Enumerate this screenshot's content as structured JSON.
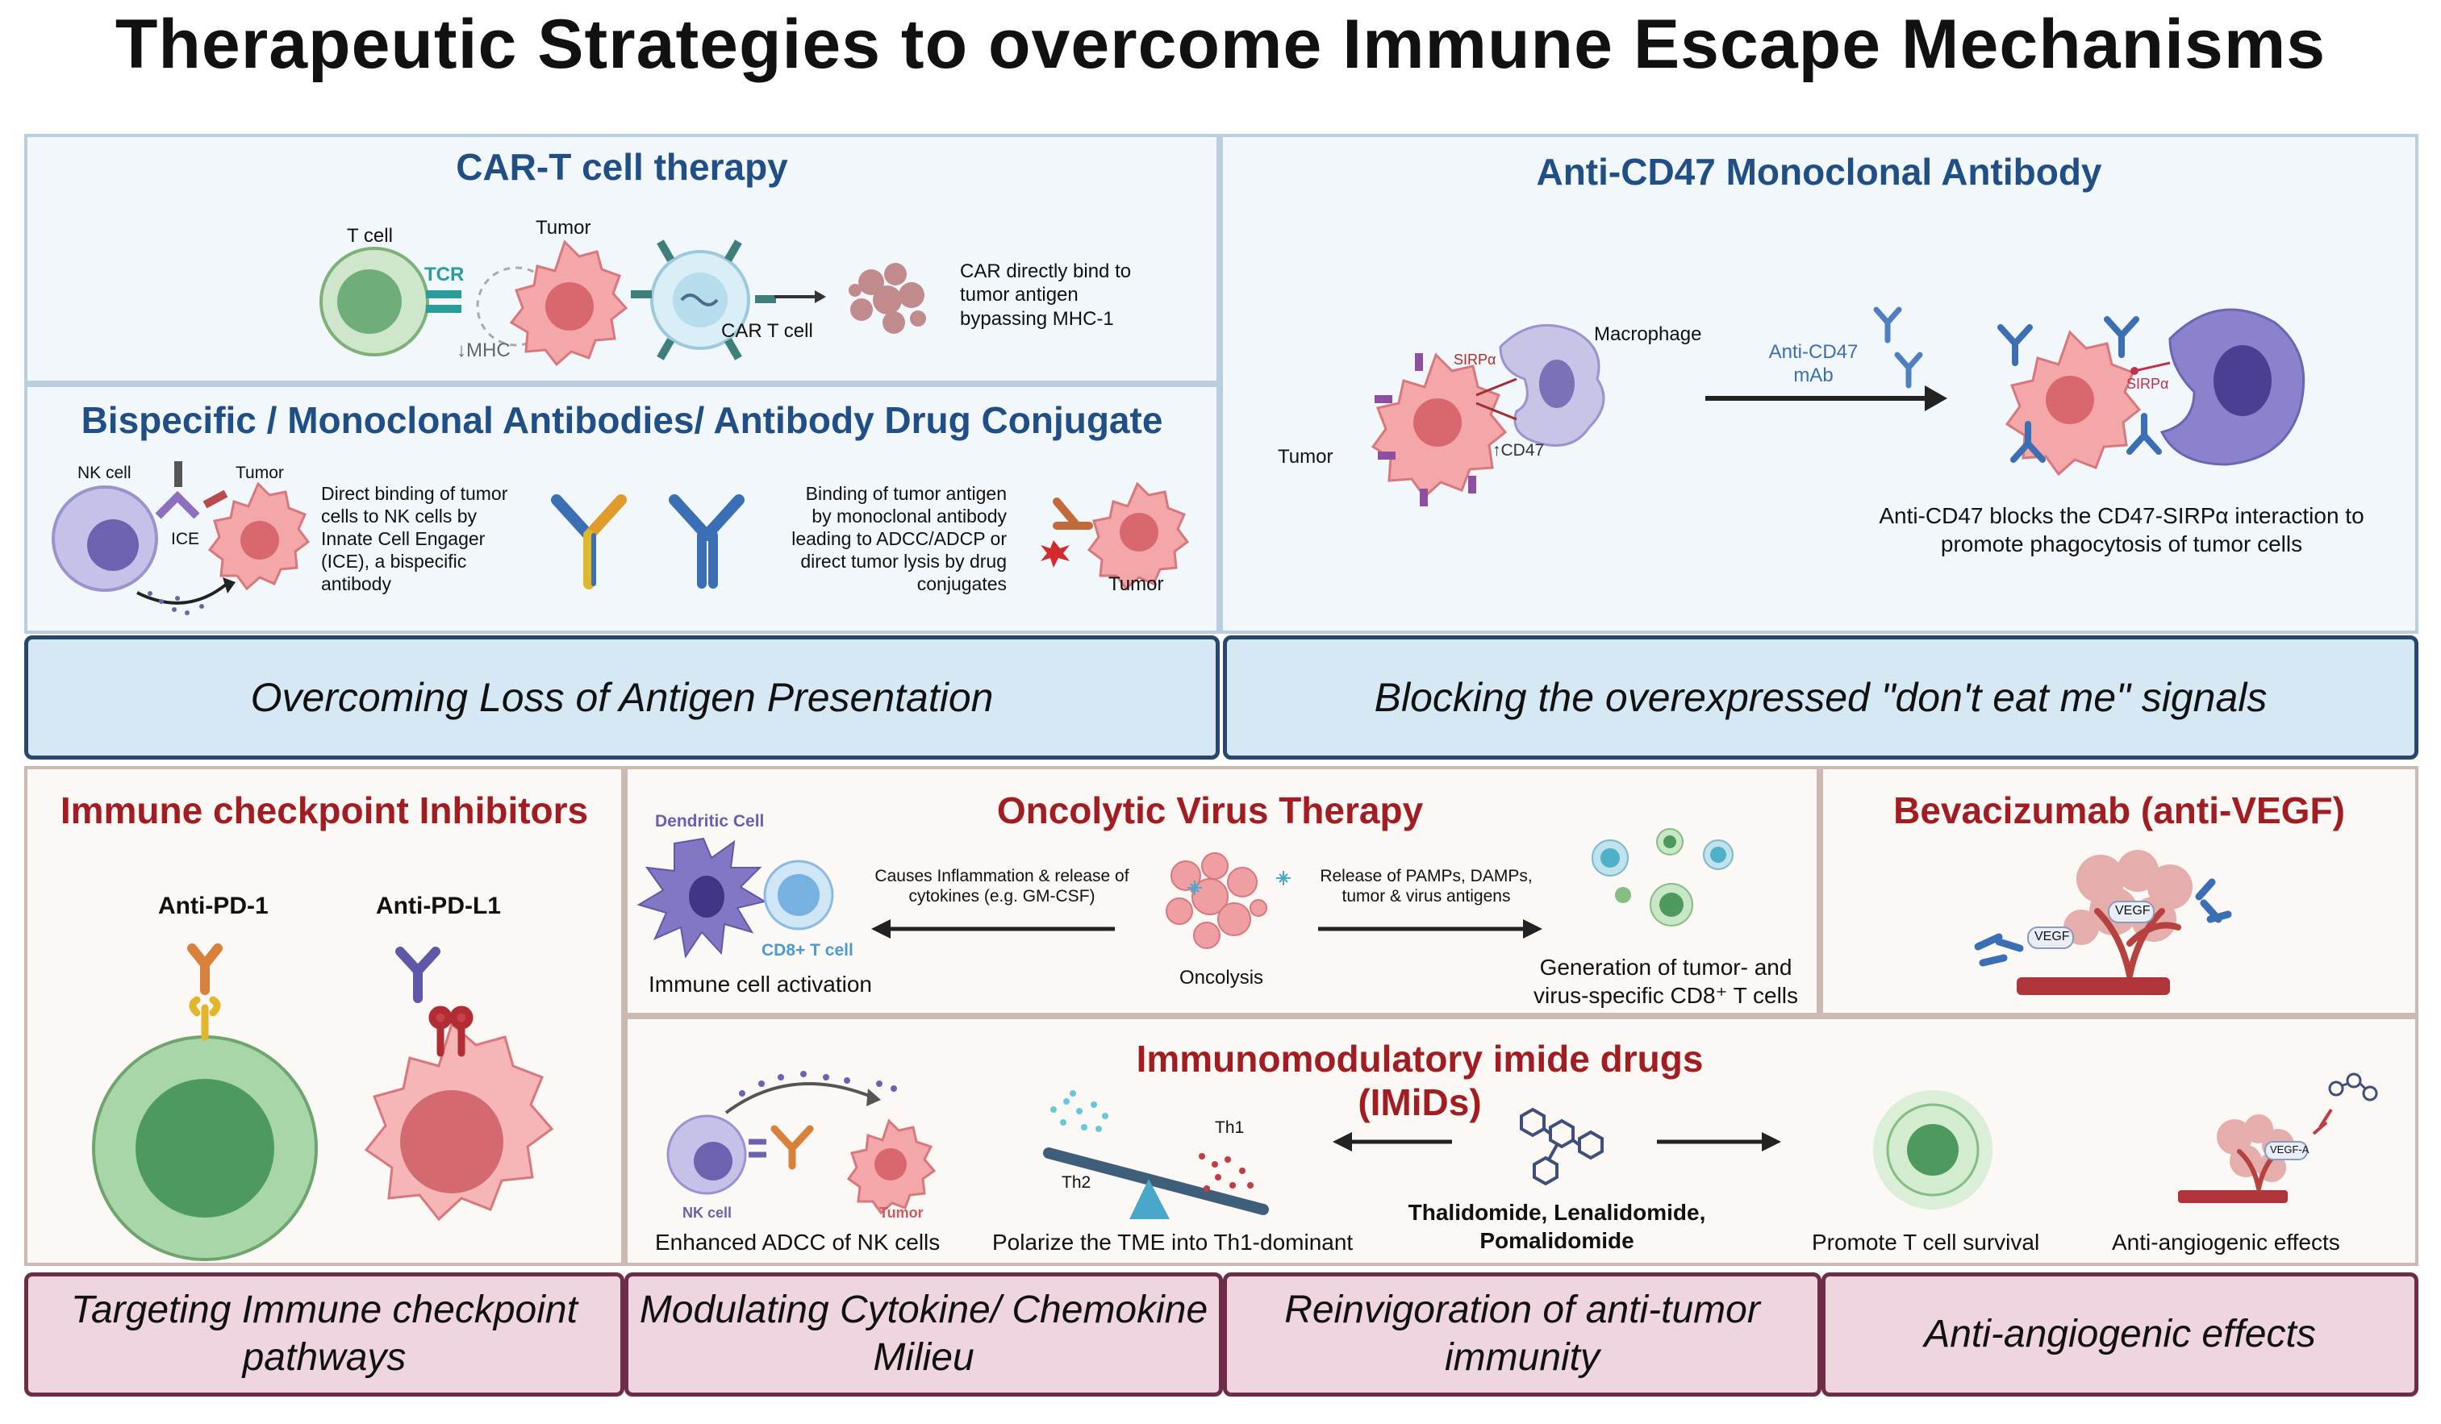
{
  "title": "Therapeutic Strategies to overcome Immune Escape Mechanisms",
  "car_t": {
    "heading": "CAR-T cell therapy",
    "t_cell": "T cell",
    "tcr": "TCR",
    "tumor": "Tumor",
    "mhc": "↓MHC",
    "car_t_cell": "CAR T cell",
    "desc": "CAR directly bind to tumor antigen bypassing MHC-1"
  },
  "bispecific": {
    "heading": "Bispecific / Monoclonal Antibodies/ Antibody Drug Conjugate",
    "nk_cell": "NK cell",
    "tumor_left": "Tumor",
    "ice": "ICE",
    "desc_left": "Direct binding of tumor cells to NK cells by Innate Cell Engager (ICE), a bispecific antibody",
    "desc_right": "Binding of tumor antigen by monoclonal antibody leading to ADCC/ADCP or direct tumor lysis by drug conjugates",
    "tumor_right": "Tumor"
  },
  "cd47": {
    "heading": "Anti-CD47 Monoclonal Antibody",
    "macrophage": "Macrophage",
    "sirpa": "SIRPα",
    "cd47": "↑CD47",
    "tumor": "Tumor",
    "antibody": "Anti-CD47 mAb",
    "sirpa_right": "SIRPα",
    "desc": "Anti-CD47 blocks the CD47-SIRPα interaction to promote phagocytosis of tumor cells"
  },
  "banners_top": {
    "left": "Overcoming Loss of Antigen Presentation",
    "right": "Blocking the overexpressed \"don't eat me\" signals"
  },
  "checkpoint": {
    "heading": "Immune checkpoint Inhibitors",
    "anti_pd1": "Anti-PD-1",
    "anti_pdl1": "Anti-PD-L1"
  },
  "oncolytic": {
    "heading": "Oncolytic Virus Therapy",
    "dendritic": "Dendritic Cell",
    "cd8": "CD8+ T cell",
    "left_arrow_text": "Causes Inflammation & release of cytokines (e.g. GM-CSF)",
    "right_arrow_text": "Release of PAMPs, DAMPs, tumor & virus antigens",
    "activation": "Immune cell activation",
    "oncolysis": "Oncolysis",
    "generation": "Generation of tumor- and virus-specific CD8⁺ T cells"
  },
  "bevacizumab": {
    "heading": "Bevacizumab (anti-VEGF)",
    "vegf": "VEGF"
  },
  "imids": {
    "heading": "Immunomodulatory imide drugs (IMiDs)",
    "nk_cell": "NK cell",
    "tumor": "Tumor",
    "th1": "Th1",
    "th2": "Th2",
    "adcc": "Enhanced ADCC of NK cells",
    "polarize": "Polarize the TME into Th1-dominant",
    "drugs": "Thalidomide, Lenalidomide, Pomalidomide",
    "survival": "Promote T cell survival",
    "angio": "Anti-angiogenic effects",
    "vegfa": "VEGF-A"
  },
  "banners_bottom": [
    "Targeting Immune checkpoint pathways",
    "Modulating Cytokine/ Chemokine Milieu",
    "Reinvigoration of anti-tumor immunity",
    "Anti-angiogenic effects"
  ]
}
